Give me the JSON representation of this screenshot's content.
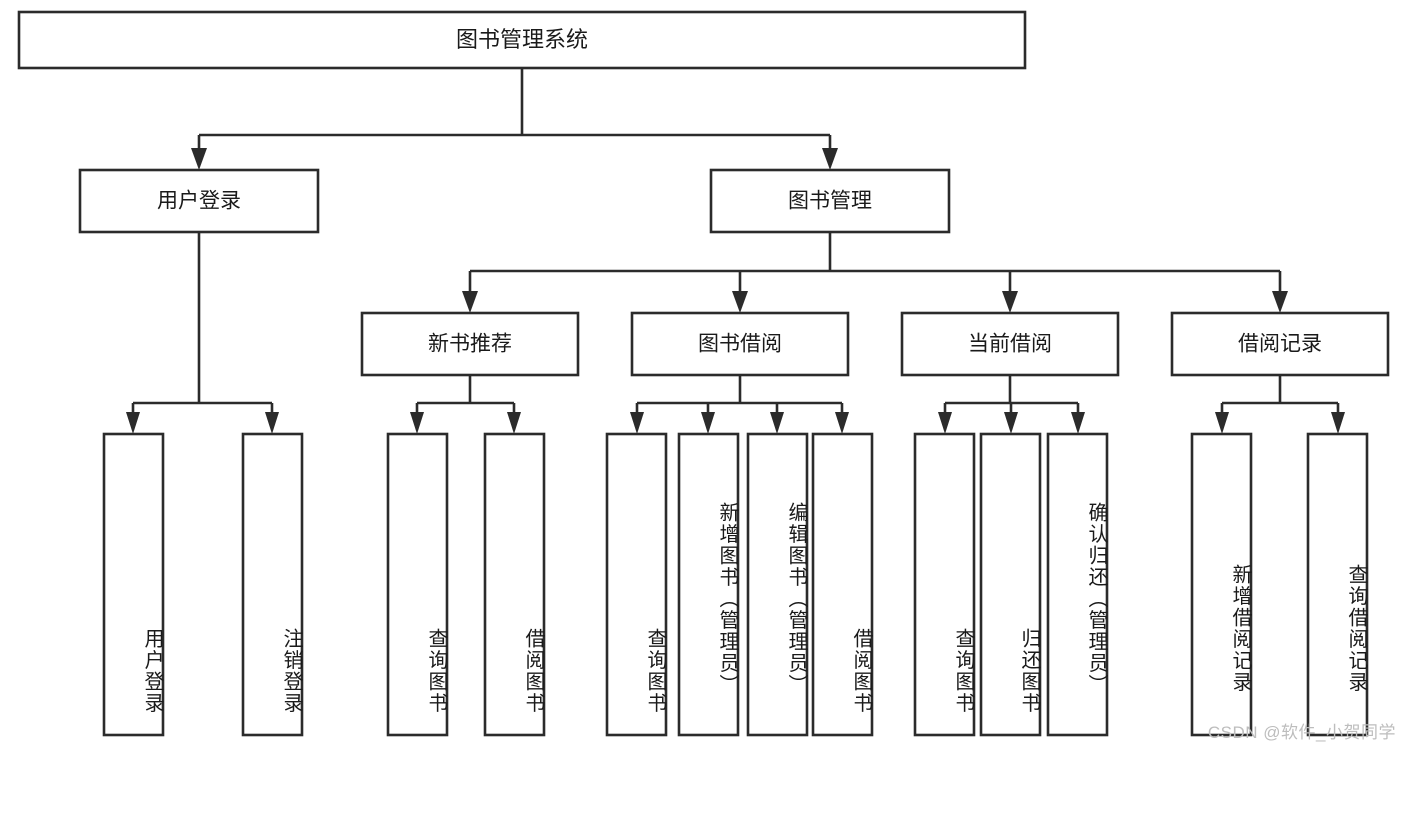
{
  "diagram": {
    "type": "tree-hierarchy-functional-decomposition",
    "title": "图书管理系统",
    "orientation": "top-down",
    "line_color": "#2b2b2b",
    "box_fill": "#ffffff",
    "text_color": "#1a1a1a",
    "levels": 4
  },
  "nodes": {
    "root": {
      "label": "图书管理系统",
      "level": 1,
      "orientation": "horizontal"
    },
    "level2": [
      {
        "id": "user-login",
        "label": "用户登录",
        "orientation": "horizontal"
      },
      {
        "id": "book-management",
        "label": "图书管理",
        "orientation": "horizontal"
      }
    ],
    "level3": [
      {
        "id": "new-book-recommend",
        "label": "新书推荐",
        "orientation": "horizontal",
        "parent": "book-management"
      },
      {
        "id": "book-borrow",
        "label": "图书借阅",
        "orientation": "horizontal",
        "parent": "book-management"
      },
      {
        "id": "current-borrow",
        "label": "当前借阅",
        "orientation": "horizontal",
        "parent": "book-management"
      },
      {
        "id": "borrow-record",
        "label": "借阅记录",
        "orientation": "horizontal",
        "parent": "book-management"
      }
    ],
    "leaves": [
      {
        "id": "leaf-user-login",
        "label": "用户登录",
        "parent": "user-login",
        "orientation": "vertical"
      },
      {
        "id": "leaf-logout-login",
        "label": "注销登录",
        "parent": "user-login",
        "orientation": "vertical"
      },
      {
        "id": "leaf-query-book-1",
        "label": "查询图书",
        "parent": "new-book-recommend",
        "orientation": "vertical"
      },
      {
        "id": "leaf-borrow-book-1",
        "label": "借阅图书",
        "parent": "new-book-recommend",
        "orientation": "vertical"
      },
      {
        "id": "leaf-query-book-2",
        "label": "查询图书",
        "parent": "book-borrow",
        "orientation": "vertical"
      },
      {
        "id": "leaf-add-book",
        "label": "新增图书（管理员）",
        "parent": "book-borrow",
        "orientation": "vertical"
      },
      {
        "id": "leaf-edit-book",
        "label": "编辑图书（管理员）",
        "parent": "book-borrow",
        "orientation": "vertical"
      },
      {
        "id": "leaf-borrow-book-2",
        "label": "借阅图书",
        "parent": "book-borrow",
        "orientation": "vertical"
      },
      {
        "id": "leaf-query-book-3",
        "label": "查询图书",
        "parent": "current-borrow",
        "orientation": "vertical"
      },
      {
        "id": "leaf-return-book",
        "label": "归还图书",
        "parent": "current-borrow",
        "orientation": "vertical"
      },
      {
        "id": "leaf-confirm-return",
        "label": "确认归还（管理员）",
        "parent": "current-borrow",
        "orientation": "vertical"
      },
      {
        "id": "leaf-add-record",
        "label": "新增借阅记录",
        "parent": "borrow-record",
        "orientation": "vertical"
      },
      {
        "id": "leaf-query-record",
        "label": "查询借阅记录",
        "parent": "borrow-record",
        "orientation": "vertical"
      }
    ]
  },
  "watermark": {
    "text": "CSDN @软件_小贺同学"
  }
}
